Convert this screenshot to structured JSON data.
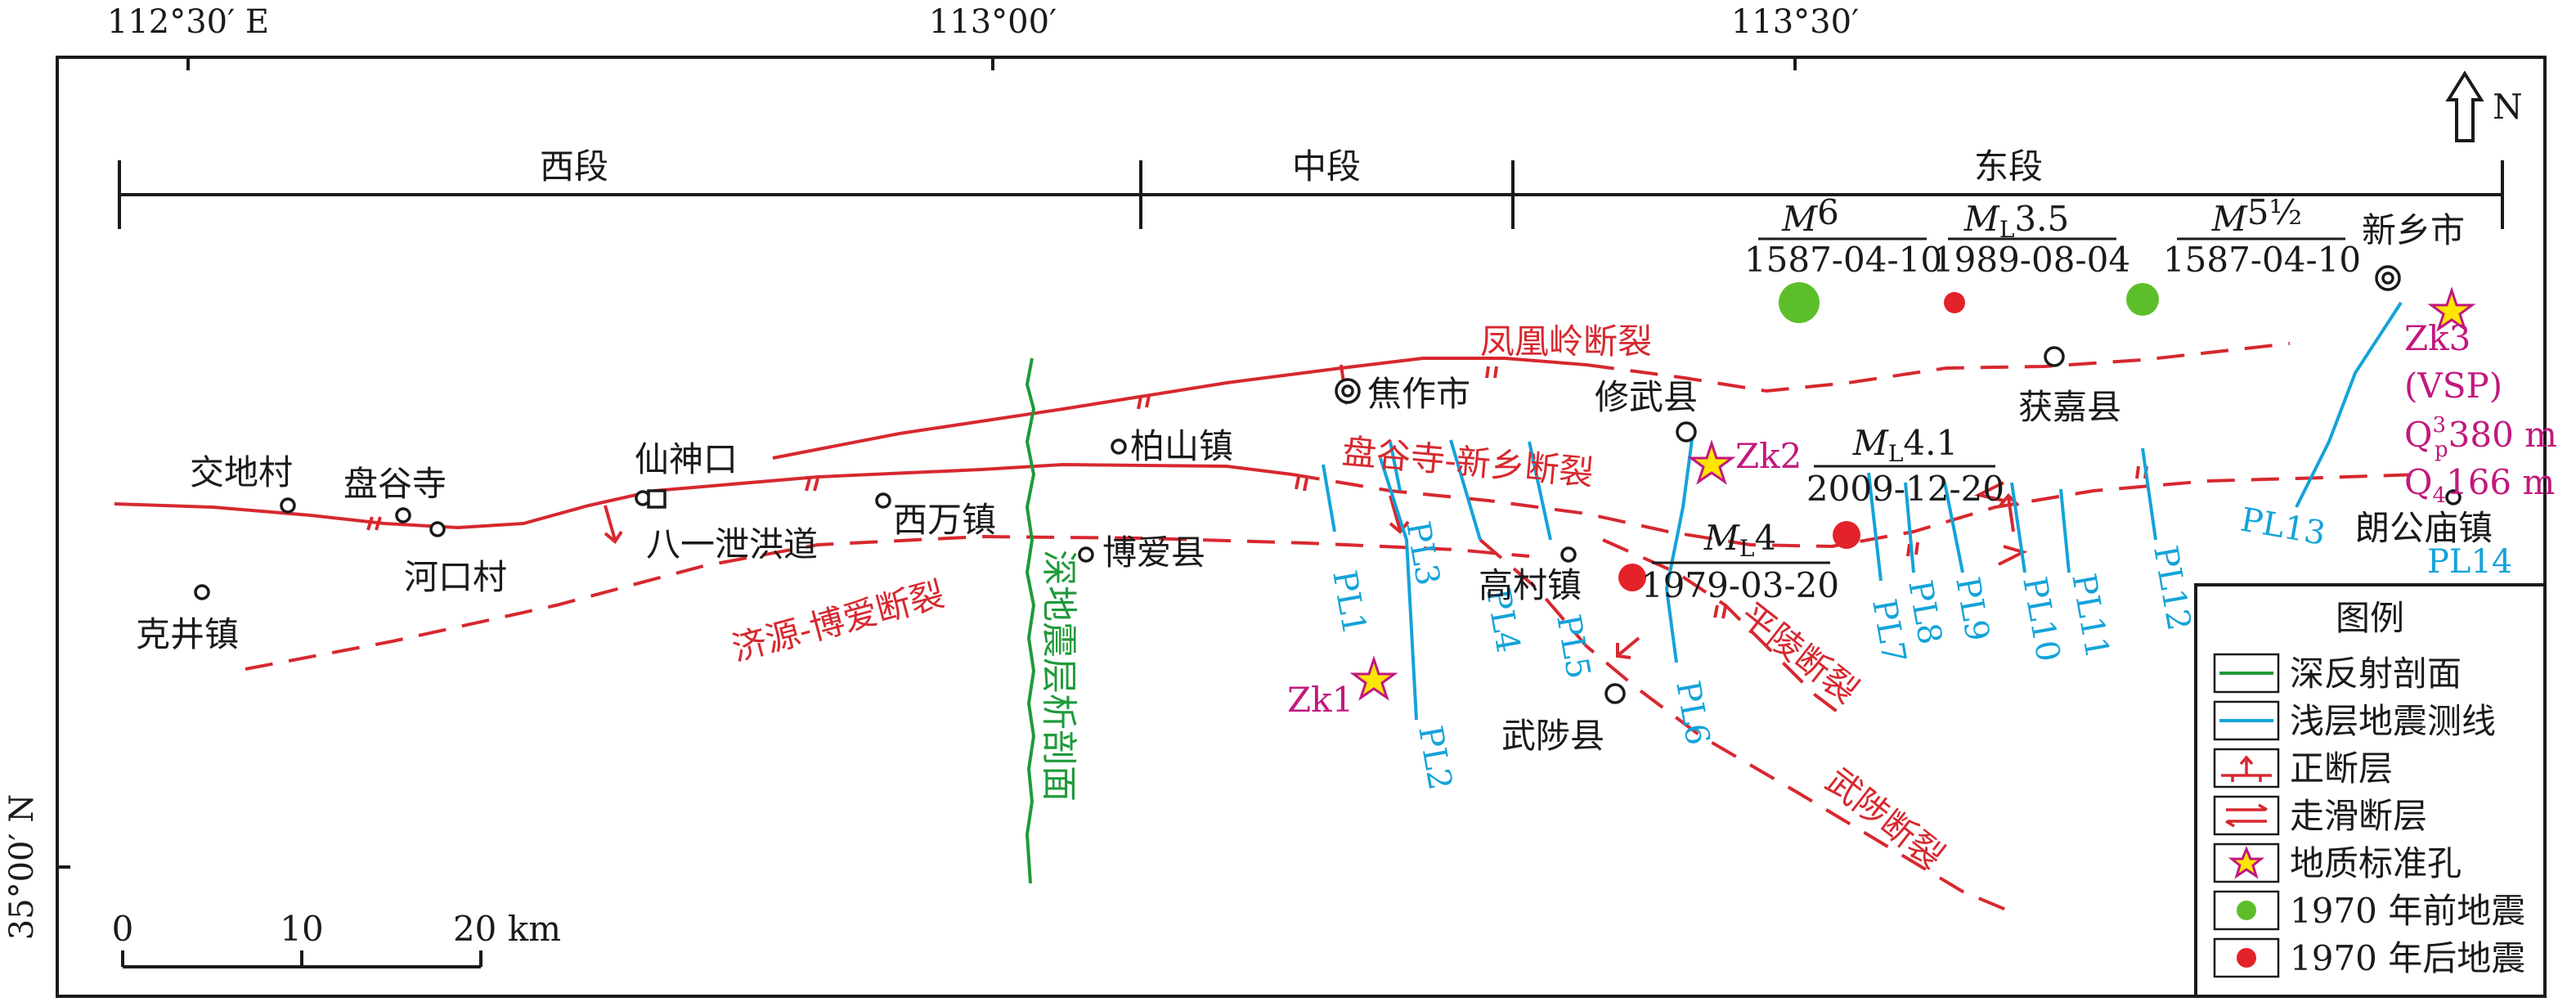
{
  "coords": {
    "top": [
      "112°30′ E",
      "113°00′",
      "113°30′"
    ],
    "left": "35°00′ N"
  },
  "north": "N",
  "segments": [
    "西段",
    "中段",
    "东段"
  ],
  "places": {
    "xinxiang": "新乡市",
    "jiaozuo": "焦作市",
    "xiuwu": "修武县",
    "huojia": "获嘉县",
    "jiaodi": "交地村",
    "pangusi": "盘谷寺",
    "xianshenkou": "仙神口",
    "baishan": "柏山镇",
    "hekou": "河口村",
    "bayi": "八一泄洪道",
    "xiwan": "西万镇",
    "boai": "博爱县",
    "kejing": "克井镇",
    "gaocun": "高村镇",
    "wuzhi": "武陟县",
    "langgongmiao": "朗公庙镇"
  },
  "faults": {
    "fenghuangling": "凤凰岭断裂",
    "pangusi_xinxiang": "盘谷寺-新乡断裂",
    "jiyuan_boai": "济源-博爱断裂",
    "pingling": "平陵断裂",
    "wuzhi": "武陟断裂"
  },
  "deep_profile": "深地震层析剖面",
  "lines": [
    "PL1",
    "PL2",
    "PL3",
    "PL4",
    "PL5",
    "PL6",
    "PL7",
    "PL8",
    "PL9",
    "PL10",
    "PL11",
    "PL12",
    "PL13",
    "PL14"
  ],
  "boreholes": {
    "zk1": "Zk1",
    "zk2": "Zk2",
    "zk3": "Zk3",
    "vsp": "(VSP)",
    "qp": "Q",
    "qp_sub": "p",
    "qp_sup": "3",
    "qp_val": "380 m",
    "q4": "Q",
    "q4_sub": "4",
    "q4_val": "166 m"
  },
  "earthquakes": [
    {
      "mag_prefix": "M",
      "mag_sub": "",
      "mag_value": "6",
      "date": "1587-04-10",
      "era": "pre1970"
    },
    {
      "mag_prefix": "M",
      "mag_sub": "L",
      "mag_value": "3.5",
      "date": "1989-08-04",
      "era": "post1970"
    },
    {
      "mag_prefix": "M",
      "mag_sub": "",
      "mag_value": "5½",
      "date": "1587-04-10",
      "era": "pre1970"
    },
    {
      "mag_prefix": "M",
      "mag_sub": "L",
      "mag_value": "4.1",
      "date": "2009-12-20",
      "era": "post1970"
    },
    {
      "mag_prefix": "M",
      "mag_sub": "L",
      "mag_value": "4",
      "date": "1979-03-20",
      "era": "post1970"
    }
  ],
  "scale": {
    "ticks": [
      "0",
      "10",
      "20 km"
    ]
  },
  "legend": {
    "title": "图例",
    "items": [
      {
        "icon": "deep-reflection-line-icon",
        "label": "深反射剖面"
      },
      {
        "icon": "shallow-seismic-line-icon",
        "label": "浅层地震测线"
      },
      {
        "icon": "normal-fault-icon",
        "label": "正断层"
      },
      {
        "icon": "strike-slip-fault-icon",
        "label": "走滑断层"
      },
      {
        "icon": "borehole-star-icon",
        "label": "地质标准孔"
      },
      {
        "icon": "green-dot-icon",
        "label": "1970 年前地震"
      },
      {
        "icon": "red-dot-icon",
        "label": "1970 年后地震"
      }
    ]
  },
  "colors": {
    "fault": "#d7282f",
    "seismic_line": "#14a3d9",
    "deep_profile": "#1f9a3a",
    "borehole": "#c2187e",
    "pre1970": "#5cbf2a",
    "post1970": "#e3222a",
    "star_fill": "#ffe600"
  }
}
